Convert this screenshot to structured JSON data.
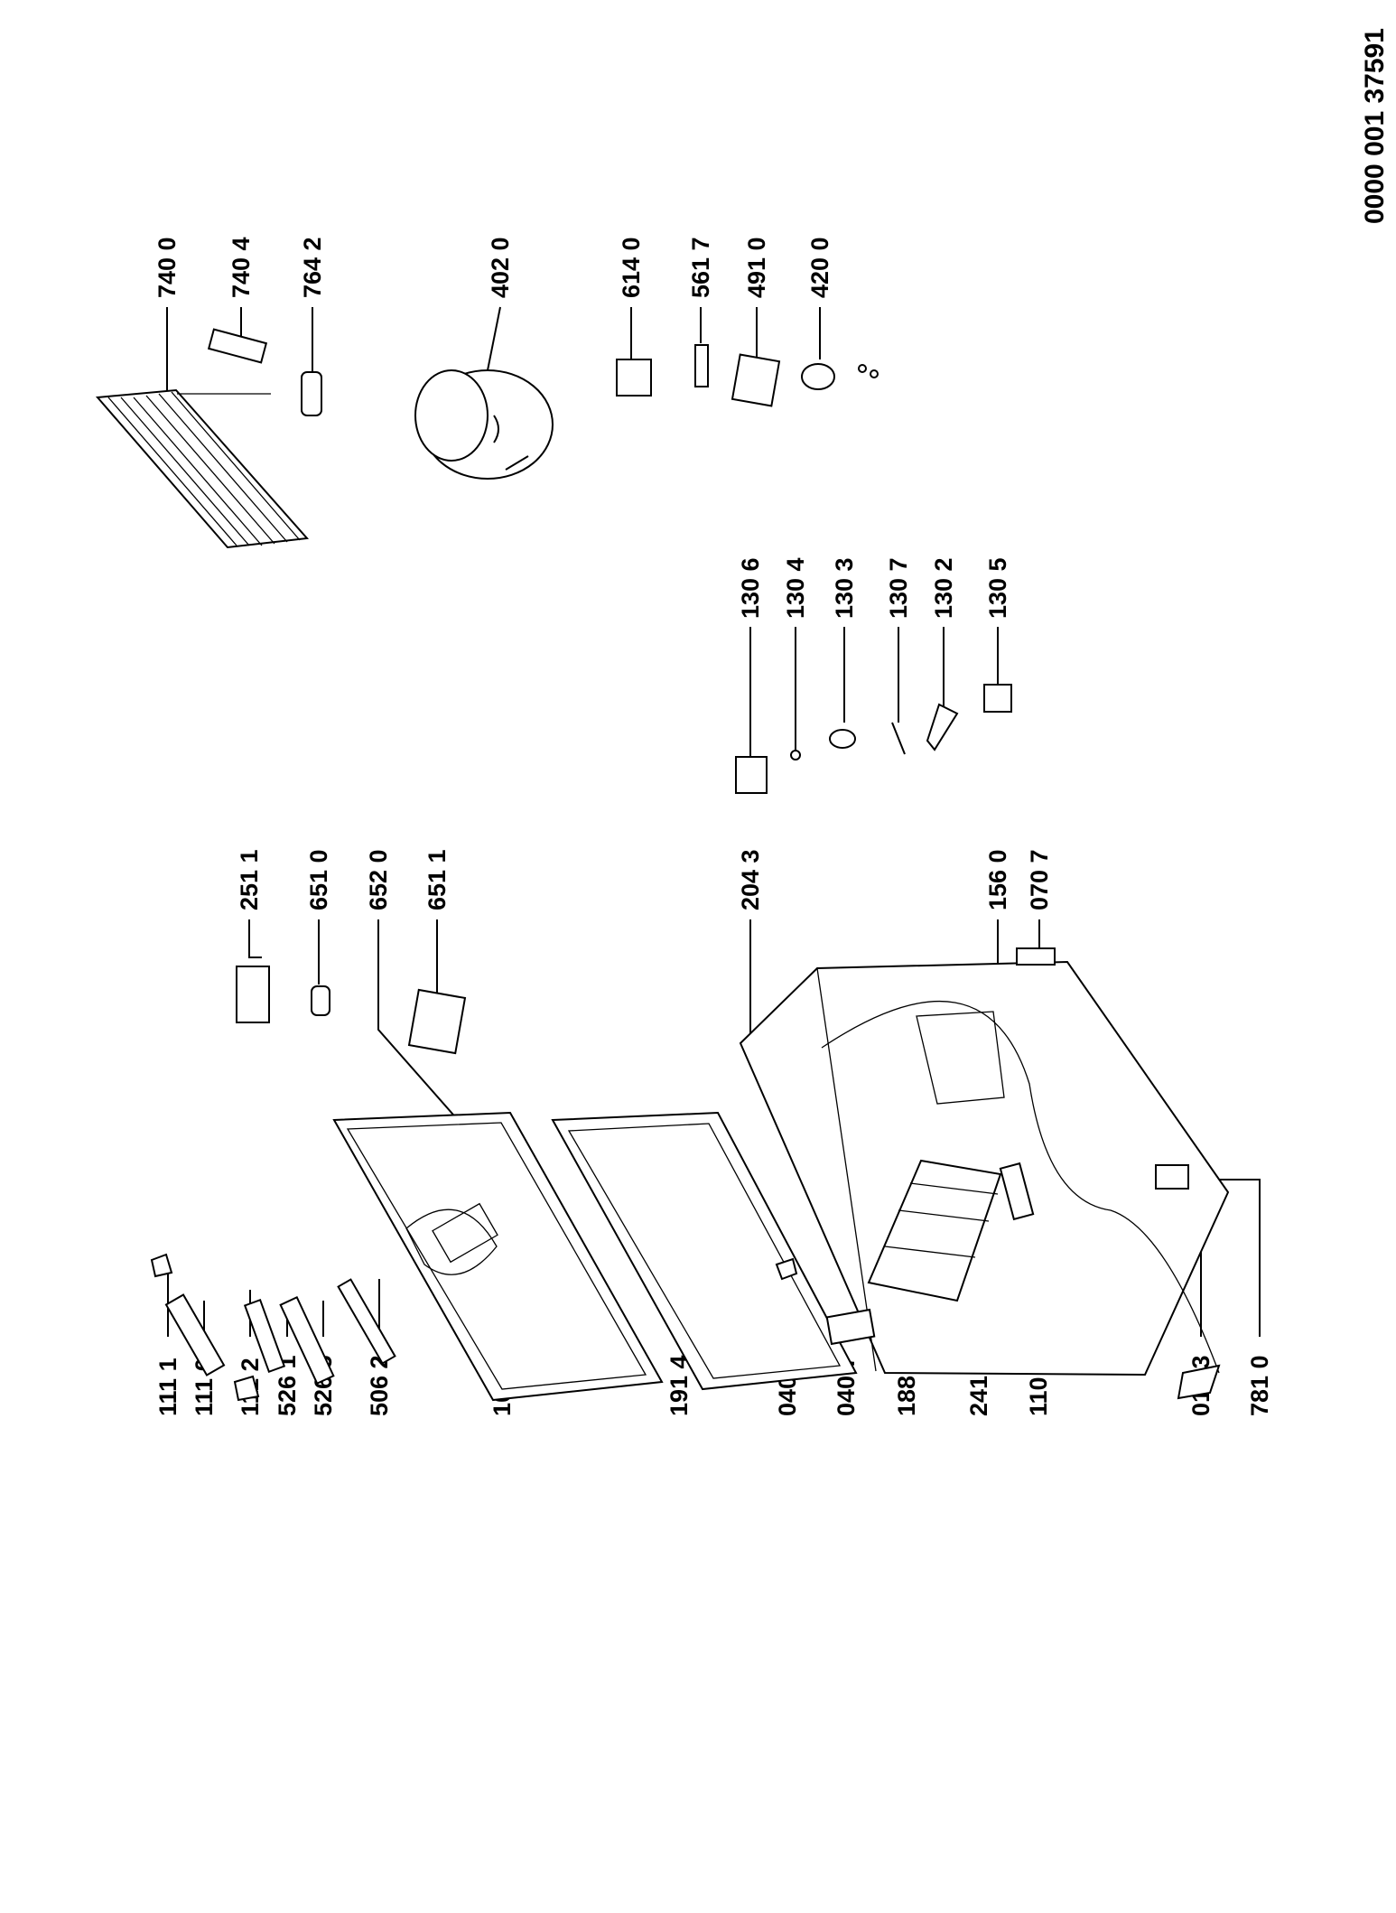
{
  "document_code": "0000 001 37591",
  "callouts": [
    "111 1",
    "111 0",
    "111 2",
    "526 1",
    "526 5",
    "506 2",
    "101 0",
    "191 4",
    "040 8",
    "040 7",
    "188 1",
    "241 0",
    "110 0",
    "012 3",
    "781 0",
    "251 1",
    "651 0",
    "652 0",
    "651 1",
    "204 3",
    "156 0",
    "070 7",
    "130 6",
    "130 4",
    "130 3",
    "130 7",
    "130 2",
    "130 5",
    "740 0",
    "740 4",
    "764 2",
    "402 0",
    "614 0",
    "561 7",
    "491 0",
    "420 0"
  ]
}
